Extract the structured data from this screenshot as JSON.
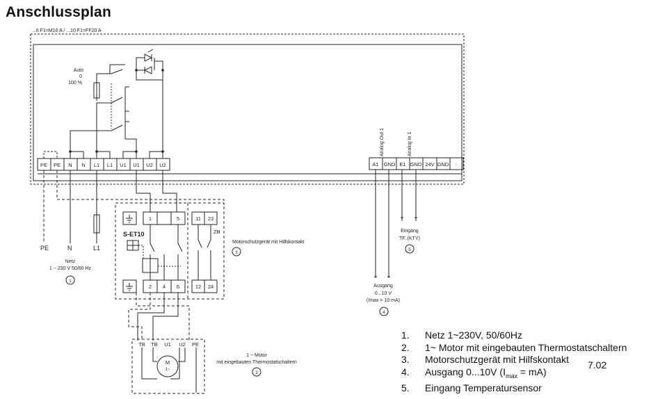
{
  "title": "Anschlussplan",
  "fuse_note": "...6 F1=M10 A / ...10 F1=FF20 A",
  "switch_labels": [
    "Auto",
    "0",
    "100 %"
  ],
  "terminals_left": [
    "PE",
    "PE",
    "N",
    "N",
    "L1",
    "L1",
    "U1",
    "U1",
    "U2",
    "U2"
  ],
  "terminals_right": [
    "A1",
    "GND",
    "E1",
    "GND",
    "24V",
    "GND",
    "◌"
  ],
  "analog_out_label": "Analog Out 1",
  "analog_in_label": "Analog In 1",
  "supply": {
    "pe": "PE",
    "n": "N",
    "l1": "L1",
    "name": "Netz",
    "spec": "1 ~ 230 V 50/60 Hz",
    "marker": "1"
  },
  "motor_protection": {
    "device": "S-ET10",
    "top_terminals": [
      "1",
      "5"
    ],
    "aux_top": [
      "11",
      "23"
    ],
    "zb": "ZB",
    "bottom_terminals": [
      "2",
      "4",
      "6"
    ],
    "aux_bottom": [
      "12",
      "24"
    ],
    "label": "Motorschutzgerät mit Hilfskontakt",
    "marker": "3"
  },
  "sensor_input": {
    "label": "Eingang",
    "type": "TF..(KTY)",
    "marker": "5"
  },
  "output": {
    "label": "Ausgang",
    "range": "0...10 V",
    "imax": "(Imax = 10 mA)",
    "marker": "4"
  },
  "motor": {
    "terminals": [
      "TB",
      "TB",
      "U1",
      "U2",
      "PE"
    ],
    "symbol_m": "M",
    "symbol_phase": "1~",
    "label_line1": "1 ~ Motor",
    "label_line2": "mit eingebauten Thermostatschaltern",
    "marker": "2"
  },
  "legend": [
    {
      "num": "1.",
      "text": "Netz 1~230V, 50/60Hz"
    },
    {
      "num": "2.",
      "text": "1~ Motor mit eingebauten Thermostatschaltern"
    },
    {
      "num": "3.",
      "text": "Motorschutzgerät mit Hilfskontakt"
    },
    {
      "num": "4.",
      "text_pre": "Ausgang 0...10V (I",
      "text_sub": "max",
      "text_post": " = mA)"
    },
    {
      "num": "5.",
      "text": "Eingang Temperatursensor"
    }
  ],
  "doc_version": "7.02"
}
